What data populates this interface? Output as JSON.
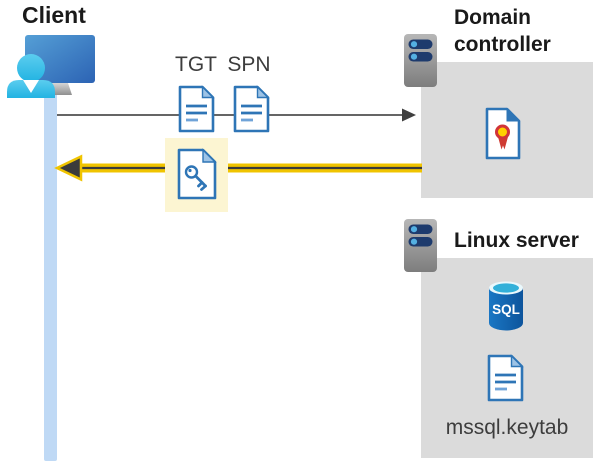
{
  "client": {
    "label": "Client"
  },
  "tickets": {
    "tgt_label": "TGT",
    "spn_label": "SPN"
  },
  "domain_controller": {
    "label": "Domain controller"
  },
  "linux_server": {
    "label": "Linux server",
    "sql_label": "SQL",
    "keytab_filename": "mssql.keytab"
  },
  "icons": {
    "client": "user-computer-icon",
    "domain_controller": "server-icon",
    "linux_server": "server-icon",
    "tgt": "document-icon",
    "spn": "document-icon",
    "ticket_response": "key-document-icon",
    "domain_controller_content": "certificate-icon",
    "database": "sql-database-icon",
    "keytab_file": "document-icon"
  },
  "arrows": {
    "request": {
      "direction": "right",
      "color": "#4f4f4f"
    },
    "response": {
      "direction": "left",
      "color": "#f0c400"
    }
  },
  "colors": {
    "doc_blue": "#2e75b6",
    "doc_fold_blue": "#9dc3e6",
    "timeline_blue": "#bfd9f5",
    "highlight_yellow": "#fcf5d2",
    "arrow_yellow": "#f0c400",
    "box_gray": "#dbdbdb",
    "server_slot_navy": "#1e3b6d",
    "cert_red": "#cf3b33",
    "cert_gold": "#ffd100",
    "sql_body_blue": "#1166b1",
    "sql_top_cyan": "#32b0d9",
    "person_cyan": "#35c2e9",
    "monitor_blue": "#3579c4"
  }
}
